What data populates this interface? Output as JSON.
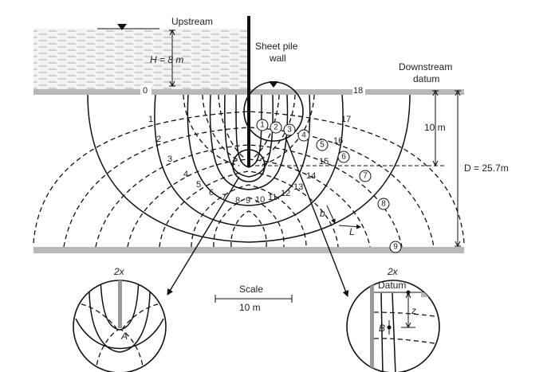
{
  "labels": {
    "upstream": "Upstream",
    "sheet_pile_line1": "Sheet pile",
    "sheet_pile_line2": "wall",
    "head": "H = 8 m",
    "downstream_line1": "Downstream",
    "downstream_line2": "datum",
    "depth_10": "10 m",
    "depth_D": "D = 25.7m",
    "scale_title": "Scale",
    "scale_value": "10 m",
    "two_x_left": "2x",
    "two_x_right": "2x",
    "datum": "Datum",
    "point_A": "A",
    "point_B": "B",
    "z": "z",
    "b": "b",
    "L": "L"
  },
  "equipotential_numbers": [
    "0",
    "1",
    "2",
    "3",
    "4",
    "5",
    "6",
    "7",
    "8",
    "9",
    "10",
    "11",
    "12",
    "13",
    "14",
    "15",
    "16",
    "17",
    "18"
  ],
  "flow_channel_numbers": [
    "1",
    "2",
    "3",
    "4",
    "5",
    "6",
    "7",
    "8",
    "9"
  ],
  "colors": {
    "water": "#e9e9e9",
    "ground": "#b8b8b8",
    "pile": "#9a9a9a",
    "line": "#111111"
  }
}
